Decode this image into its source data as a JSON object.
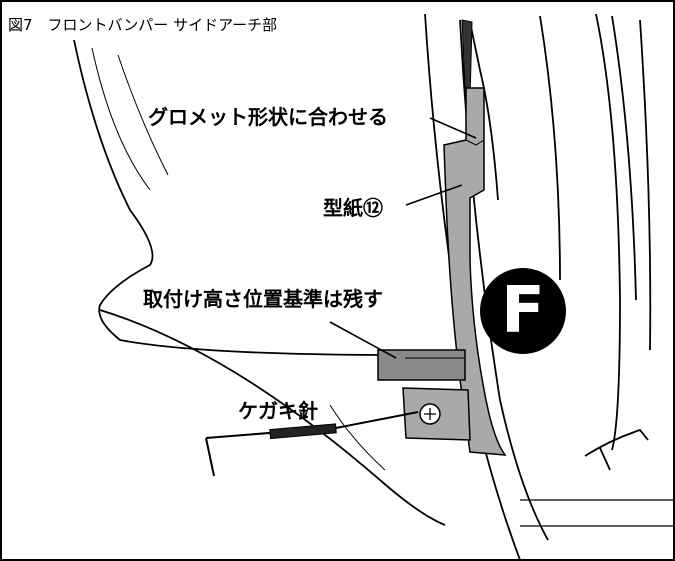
{
  "figure": {
    "title": "図7　フロントバンパー サイドアーチ部",
    "badge_letter": "F"
  },
  "callouts": {
    "grommet": "グロメット形状に合わせる",
    "template": "型紙⑫",
    "reference": "取付け高さ位置基準は残す",
    "scriber": "ケガキ針"
  }
}
